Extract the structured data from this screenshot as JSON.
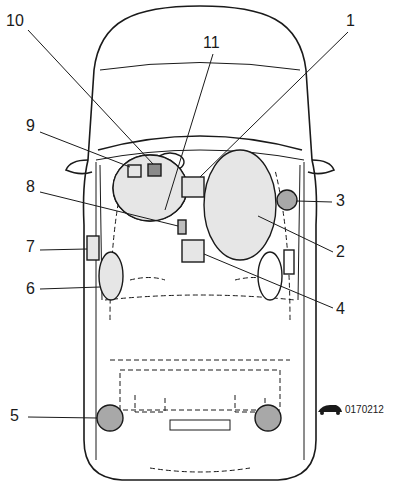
{
  "diagram": {
    "labels": [
      "10",
      "1",
      "11",
      "9",
      "3",
      "8",
      "2",
      "7",
      "4",
      "6",
      "5",
      "0170212"
    ]
  }
}
